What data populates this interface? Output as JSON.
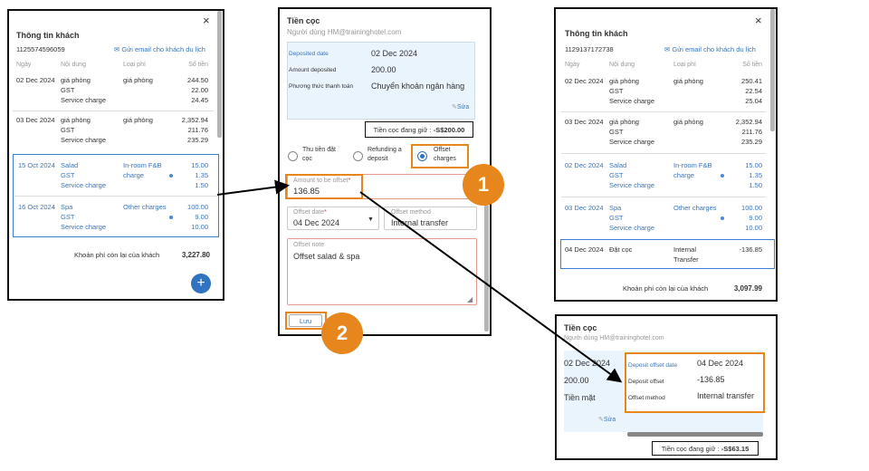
{
  "p1": {
    "title": "Thông tin khách",
    "close": "×",
    "phone": "1125574596059",
    "email_link": "Gửi email cho khách du lịch",
    "headers": [
      "Ngày",
      "Nội dung",
      "Loại phí",
      "Số tiền"
    ],
    "rows": [
      {
        "date": "02 Dec 2024",
        "items": [
          "giá phòng",
          "GST",
          "Service charge"
        ],
        "type": "giá phòng",
        "amounts": [
          "244.50",
          "22.00",
          "24.45"
        ]
      },
      {
        "date": "03 Dec 2024",
        "items": [
          "giá phòng",
          "GST",
          "Service charge"
        ],
        "type": "giá phòng",
        "amounts": [
          "2,352.94",
          "211.76",
          "235.29"
        ]
      },
      {
        "date": "15 Oct 2024",
        "items": [
          "Salad",
          "GST",
          "Service charge"
        ],
        "type": "In-room F&B charge",
        "amounts": [
          "15.00",
          "1.35",
          "1.50"
        ]
      },
      {
        "date": "16 Oct 2024",
        "items": [
          "Spa",
          "GST",
          "Service charge"
        ],
        "type": "Other charges",
        "amounts": [
          "100.00",
          "9.00",
          "10.00"
        ]
      }
    ],
    "remaining_label": "Khoản phí còn lại của khách",
    "remaining_value": "3,227.80",
    "fab": "+"
  },
  "p2": {
    "title": "Tiền cọc",
    "subtitle": "Người dùng HM@traininghotel.com",
    "info": [
      {
        "label": "Deposited date",
        "value": "02 Dec 2024"
      },
      {
        "label": "Amount deposited",
        "value": "200.00"
      },
      {
        "label": "Phương thức thanh toán",
        "value": "Chuyển khoản ngân hàng"
      }
    ],
    "edit": "Sửa",
    "held_label": "Tiền cọc đang giữ :",
    "held_value": "S$200.00",
    "radios": [
      "Thu tiền đặt cọc",
      "Refunding a deposit",
      "Offset charges"
    ],
    "amount_label": "Amount to be offset",
    "amount_value": "136.85",
    "offset_date_label": "Offset date",
    "offset_date_value": "04 Dec 2024",
    "offset_method_label": "Offset method",
    "offset_method_value": "Internal transfer",
    "note_label": "Offset note",
    "note_value": "Offset salad & spa",
    "save": "Lưu"
  },
  "p3": {
    "title": "Thông tin khách",
    "close": "×",
    "phone": "1129137172738",
    "email_link": "Gửi email cho khách du lịch",
    "headers": [
      "Ngày",
      "Nội dung",
      "Loại phí",
      "Số tiền"
    ],
    "rows": [
      {
        "date": "02 Dec 2024",
        "items": [
          "giá phòng",
          "GST",
          "Service charge"
        ],
        "type": "giá phòng",
        "amounts": [
          "250.41",
          "22.54",
          "25.04"
        ]
      },
      {
        "date": "03 Dec 2024",
        "items": [
          "giá phòng",
          "GST",
          "Service charge"
        ],
        "type": "giá phòng",
        "amounts": [
          "2,352.94",
          "211.76",
          "235.29"
        ]
      },
      {
        "date": "02 Dec 2024",
        "items": [
          "Salad",
          "GST",
          "Service charge"
        ],
        "type": "In-room F&B charge",
        "amounts": [
          "15.00",
          "1.35",
          "1.50"
        ]
      },
      {
        "date": "03 Dec 2024",
        "items": [
          "Spa",
          "GST",
          "Service charge"
        ],
        "type": "Other charges",
        "amounts": [
          "100.00",
          "9.00",
          "10.00"
        ]
      },
      {
        "date": "04 Dec 2024",
        "items": [
          "Đặt cọc"
        ],
        "type": "Internal Transfer",
        "amounts": [
          "-136.85"
        ]
      }
    ],
    "remaining_label": "Khoản phí còn lại của khách",
    "remaining_value": "3,097.99"
  },
  "p4": {
    "title": "Tiền cọc",
    "subtitle": "Người dùng HM@traininghotel.com",
    "left": [
      "02 Dec 2024",
      "200.00",
      "Tiền mặt"
    ],
    "edit": "Sửa",
    "info": [
      {
        "label": "Deposit offset date",
        "value": "04 Dec 2024"
      },
      {
        "label": "Deposit offset",
        "value": "-136.85"
      },
      {
        "label": "Offset method",
        "value": "Internal transfer"
      }
    ],
    "held_label": "Tiền cọc đang giữ :",
    "held_value": "S$63.15"
  },
  "badges": [
    "1",
    "2"
  ],
  "colors": {
    "accent_blue": "#2f73c1",
    "highlight_orange": "#e8861e",
    "selection_blue": "#3b7fd0"
  }
}
